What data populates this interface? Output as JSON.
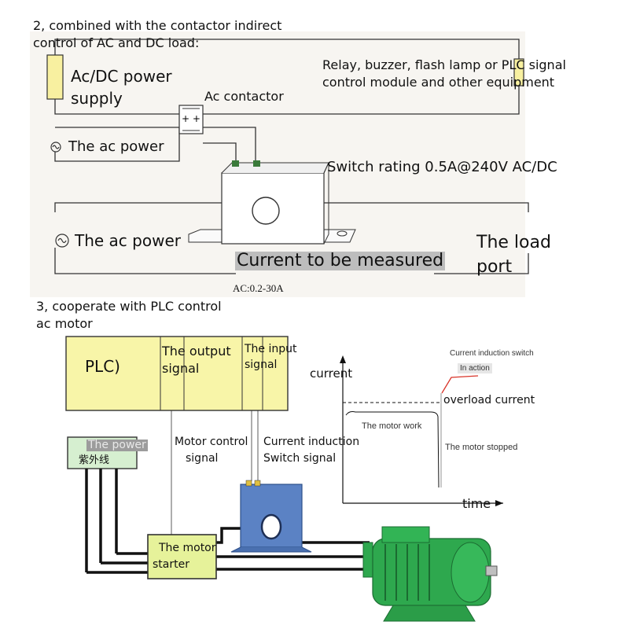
{
  "section2": {
    "heading_line1": "2, combined with the contactor indirect",
    "heading_line2": "control of AC and DC load:",
    "supply_label_1": "Ac/DC power",
    "supply_label_2": "supply",
    "contactor_label": "Ac contactor",
    "equipment_label_1": "Relay, buzzer, flash lamp or PLC signal",
    "equipment_label_2": "control module and other equipment",
    "ac_power_top": "The ac power",
    "switch_rating": "Switch rating 0.5A@240V AC/DC",
    "ac_power_bottom": "The ac power",
    "load_port_1": "The load",
    "load_port_2": "port",
    "current_measured": "Current to be measured",
    "range": "AC:0.2-30A"
  },
  "section3": {
    "heading_line1": "3, cooperate with PLC control",
    "heading_line2": "ac motor",
    "plc_label": "PLC)",
    "output_signal_1": "The output",
    "output_signal_2": "signal",
    "input_signal_1": "The input",
    "input_signal_2": "signal",
    "power_label": "The power",
    "power_sublabel": "紫外线",
    "motor_control_1": "Motor control",
    "motor_control_2": "signal",
    "current_induction_1": "Current induction",
    "current_induction_2": "Switch signal",
    "starter_1": "The motor",
    "starter_2": "starter"
  },
  "graph": {
    "y_label": "current",
    "x_label": "time",
    "switch_label": "Current induction switch",
    "in_action": "In action",
    "overload": "overload current",
    "motor_work": "The motor work",
    "motor_stopped": "The motor stopped"
  },
  "colors": {
    "panel_bg": "#f7f5f1",
    "supply_fill": "#f8f0a0",
    "plc_fill": "#f8f5a8",
    "power_box_fill": "#d6efd0",
    "sensor_blue": "#5b82c4",
    "motor_green": "#2ea84e",
    "wire": "#333333"
  }
}
